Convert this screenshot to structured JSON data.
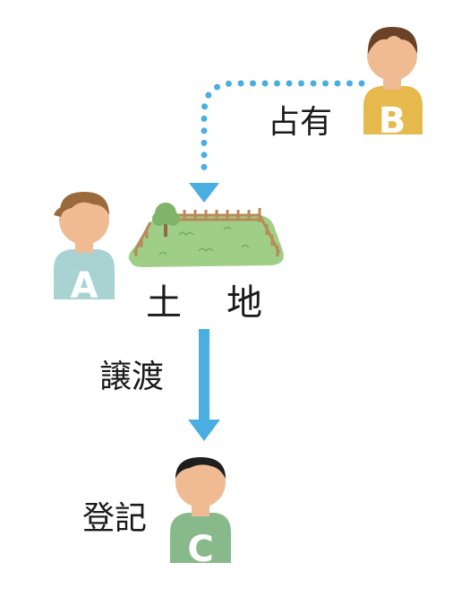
{
  "labels": {
    "occupy": "占有",
    "land_1": "土",
    "land_2": "地",
    "transfer": "譲渡",
    "registration": "登記"
  },
  "persons": {
    "a": {
      "letter": "A",
      "shirt_color": "#a9d3d3",
      "hair_color": "#9a6a3c"
    },
    "b": {
      "letter": "B",
      "shirt_color": "#e6b94c",
      "hair_color": "#6a4326"
    },
    "c": {
      "letter": "C",
      "shirt_color": "#88b98a",
      "hair_color": "#1e1e1e"
    }
  },
  "colors": {
    "arrow": "#4aaee0",
    "skin": "#f0bb92",
    "land": "#9fcf86",
    "fence": "#b98a58",
    "tree": "#7fb46a"
  },
  "icons": [
    "person-icon",
    "land-icon",
    "tree-icon",
    "fence-icon",
    "arrow-down-icon",
    "dotted-arrow-icon"
  ]
}
